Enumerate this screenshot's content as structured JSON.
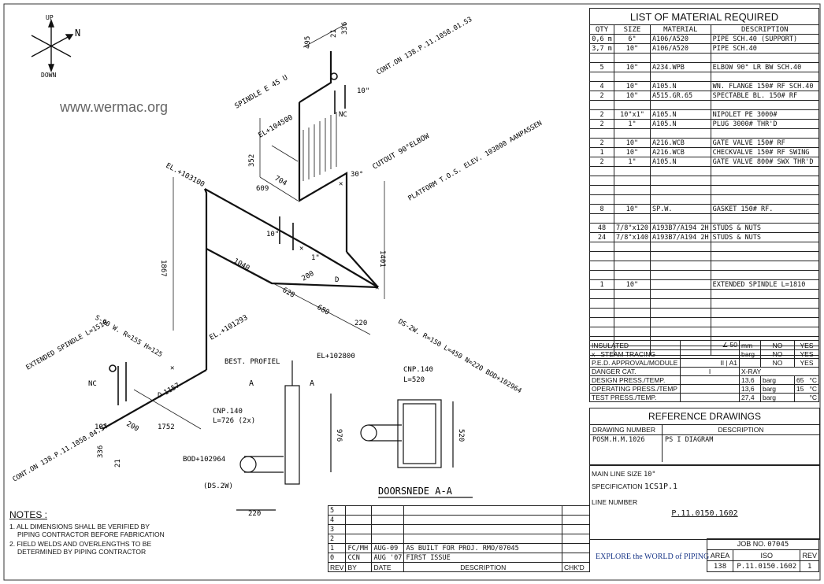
{
  "watermark": "www.wermac.org",
  "compass": {
    "up": "UP",
    "down": "DOWN",
    "north": "N"
  },
  "material": {
    "title": "LIST OF MATERIAL REQUIRED",
    "headers": [
      "QTY",
      "SIZE",
      "MATERIAL",
      "DESCRIPTION"
    ],
    "rows": [
      [
        "0,6 m",
        "6\"",
        "A106/A520",
        "PIPE SCH.40 (SUPPORT)"
      ],
      [
        "3,7 m",
        "10\"",
        "A106/A520",
        "PIPE SCH.40"
      ],
      [
        "",
        "",
        "",
        ""
      ],
      [
        "5",
        "10\"",
        "A234.WPB",
        "ELBOW 90° LR BW SCH.40"
      ],
      [
        "",
        "",
        "",
        ""
      ],
      [
        "4",
        "10\"",
        "A105.N",
        "WN. FLANGE 150# RF SCH.40"
      ],
      [
        "2",
        "10\"",
        "A515.GR.65",
        "SPECTABLE BL. 150# RF"
      ],
      [
        "",
        "",
        "",
        ""
      ],
      [
        "2",
        "10\"x1\"",
        "A105.N",
        "NIPOLET PE 3000#"
      ],
      [
        "2",
        "1\"",
        "A105.N",
        "PLUG 3000# THR'D"
      ],
      [
        "",
        "",
        "",
        ""
      ],
      [
        "2",
        "10\"",
        "A216.WCB",
        "GATE VALVE 150# RF"
      ],
      [
        "1",
        "10\"",
        "A216.WCB",
        "CHECKVALVE 150# RF SWING"
      ],
      [
        "2",
        "1\"",
        "A105.N",
        "GATE VALVE 800# SWX THR'D"
      ],
      [
        "",
        "",
        "",
        ""
      ],
      [
        "",
        "",
        "",
        ""
      ],
      [
        "",
        "",
        "",
        ""
      ],
      [
        "",
        "",
        "",
        ""
      ],
      [
        "8",
        "10\"",
        "SP.W.",
        "GASKET 150# RF."
      ],
      [
        "",
        "",
        "",
        ""
      ],
      [
        "48",
        "7/8\"x120",
        "A193B7/A194 2H",
        "STUDS & NUTS"
      ],
      [
        "24",
        "7/8\"x140",
        "A193B7/A194 2H",
        "STUDS & NUTS"
      ],
      [
        "",
        "",
        "",
        ""
      ],
      [
        "",
        "",
        "",
        ""
      ],
      [
        "",
        "",
        "",
        ""
      ],
      [
        "",
        "",
        "",
        ""
      ],
      [
        "1",
        "10\"",
        "",
        "EXTENDED SPINDLE L=1810"
      ],
      [
        "",
        "",
        "",
        ""
      ],
      [
        "",
        "",
        "",
        ""
      ],
      [
        "",
        "",
        "",
        ""
      ],
      [
        "",
        "",
        "",
        ""
      ],
      [
        "",
        "",
        "",
        ""
      ],
      [
        "",
        "",
        "",
        ""
      ],
      [
        "",
        "",
        "",
        ""
      ]
    ]
  },
  "conditions": {
    "insulated": "INSULATED",
    "ins_val": "∠ 50",
    "ins_unit": "mm",
    "no1": "NO",
    "yes1": "YES",
    "x": "x",
    "steam": "STEAM TRACING",
    "barg": "barg",
    "no2": "NO",
    "yes2": "YES",
    "ped": "P.E.D. APPROVAL/MODULE",
    "ped_val": "II | A1",
    "no3": "NO",
    "yes3": "YES",
    "danger": "DANGER CAT.",
    "danger_val": "I",
    "xray": "X-RAY",
    "design": "DESIGN PRESS./TEMP.",
    "design_p": "13,6",
    "design_u": "barg",
    "design_t": "65",
    "design_tu": "°C",
    "oper": "OPERATING PRESS./TEMP",
    "oper_p": "13,6",
    "oper_u": "barg",
    "oper_t": "15",
    "oper_tu": "°C",
    "test": "TEST PRESS./TEMP.",
    "test_p": "27,4",
    "test_u": "barg",
    "test_tu": "°C"
  },
  "reference": {
    "title": "REFERENCE DRAWINGS",
    "col1": "DRAWING NUMBER",
    "col2": "DESCRIPTION",
    "num": "POSM.H.M.1026",
    "desc": "PS I DIAGRAM"
  },
  "mainline": {
    "size_label": "MAIN LINE SIZE",
    "size": "10\"",
    "spec_label": "SPECIFICATION",
    "spec": "1CS1P.1",
    "line_label": "LINE NUMBER",
    "line": "P.11.0150.1602"
  },
  "revisions": {
    "rows": [
      [
        "5",
        "",
        "",
        ""
      ],
      [
        "4",
        "",
        "",
        ""
      ],
      [
        "3",
        "",
        "",
        ""
      ],
      [
        "2",
        "",
        "",
        ""
      ],
      [
        "1",
        "FC/MH",
        "AUG-09",
        "AS BUILT FOR PROJ. RMO/07045"
      ],
      [
        "0",
        "CCN",
        "AUG '07",
        "FIRST ISSUE"
      ]
    ],
    "headers": [
      "REV",
      "BY",
      "DATE",
      "DESCRIPTION",
      "CHK'D"
    ]
  },
  "job": {
    "label": "JOB NO.",
    "num": "07045",
    "area_l": "AREA",
    "iso_l": "ISO",
    "rev_l": "REV",
    "area": "138",
    "iso": "P.11.0150.1602",
    "rev": "1"
  },
  "brand": "EXPLORE the WORLD of PIPING",
  "notes": {
    "title": "NOTES :",
    "n1": "1. ALL DIMENSIONS SHALL BE VERIFIED BY",
    "n1b": "PIPING CONTRACTOR BEFORE FABRICATION",
    "n2": "2. FIELD WELDS AND OVERLENGTHS TO BE",
    "n2b": "DETERMINED BY PIPING CONTRACTOR"
  },
  "drawing": {
    "el1": "EL.+103100",
    "el2": "EL+104500",
    "el3": "EL.+101293",
    "el4": "EL+102800",
    "el5": "BOD+102964",
    "d1": "495",
    "d2": "21",
    "d3": "336",
    "d4": "352",
    "d5": "609",
    "d6": "704",
    "d7": "1867",
    "d8": "1040",
    "d9": "628",
    "d10": "680",
    "d11": "220",
    "d12": "1401",
    "d13": "200",
    "d14": "1157",
    "d15": "1752",
    "d16": "200",
    "d17": "336",
    "d18": "21",
    "d19": "976",
    "d20": "520",
    "d21": "220",
    "d22": "30°",
    "s10a": "10\"",
    "s10b": "10\"",
    "s10c": "10\"",
    "s1": "1\"",
    "nc1": "NC",
    "nc2": "NC",
    "d_lbl": "D",
    "d_lbl2": "D",
    "spindle": "SPINDLE E 45 U",
    "conton1": "CONT.ON 138.P.11.1058.01.S3",
    "conton2": "CONT.ON 138.P.11.1050.04.ST",
    "cutout": "CUTOUT 90°ELBOW",
    "platform": "PLATFORM T.O.S. ELEV. 103800 AANPASSEN",
    "ext": "EXTENDED SPINDLE L=1510",
    "ds1": "S-90 W. R=155 H=125",
    "ds2": "DS-2W. R=150 L=450 N=220 BOD+102964",
    "best": "BEST. PROFIEL",
    "cnp1": "CNP.140",
    "cnp1b": "L=726 (2x)",
    "cnp2": "CNP.140",
    "cnp2b": "L=520",
    "ds2w": "(DS.2W)",
    "secA": "A",
    "secA2": "A",
    "doorsnede": "DOORSNEDE A-A"
  }
}
